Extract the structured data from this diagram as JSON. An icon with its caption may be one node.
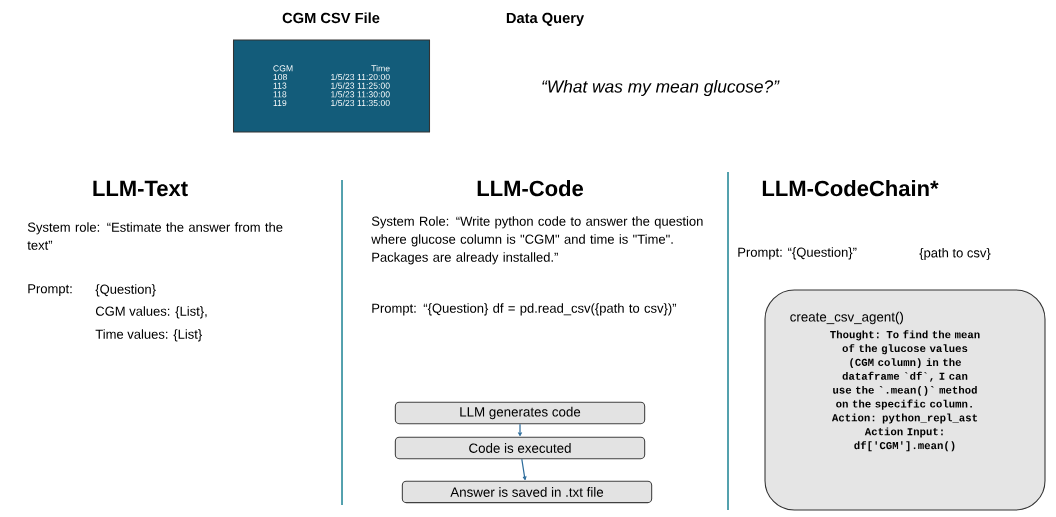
{
  "diagram": {
    "nodes": [
      {
        "text": [
          "CGM CSV File",
          "CGM",
          "Time",
          "108",
          "1/5/23 11:20:00",
          "113",
          "1/5/23 11:25:00",
          "118",
          "1/5/23 11:30:00",
          "119",
          "1/5/23 11:35:00"
        ]
      },
      {
        "text": [
          "LLM generates code"
        ]
      },
      {
        "text": [
          "Code is executed"
        ]
      },
      {
        "text": [
          "Answer is saved in .txt file"
        ]
      },
      {
        "text": [
          "create_csv_agent()",
          "Thought: To find the mean of the glucose values (CGM column) in the dataframe `df`, I can use the `.mean()` method on the specific column.",
          "Action: python_repl_ast",
          "Action Input: df['CGM'].mean()"
        ]
      }
    ],
    "edges": [
      {
        "from": 1,
        "to": 2,
        "arrow": "to"
      },
      {
        "from": 2,
        "to": 3,
        "arrow": "to"
      }
    ],
    "labels": [
      "Data Query",
      "“What was my mean glucose?”",
      "LLM-Text",
      "LLM-Code",
      "LLM-CodeChain*",
      "System role: “Estimate the answer from the text”",
      "Prompt:",
      "{Question}",
      "CGM values: {List},",
      "Time values: {List}",
      "System Role: “Write python code to answer the question where glucose column is \"CGM\" and time is \"Time\". Packages are already installed.”",
      "Prompt: “{Question}  df = pd.read_csv({path to csv})”",
      "Prompt: “{Question}”",
      "{path to csv}"
    ]
  }
}
